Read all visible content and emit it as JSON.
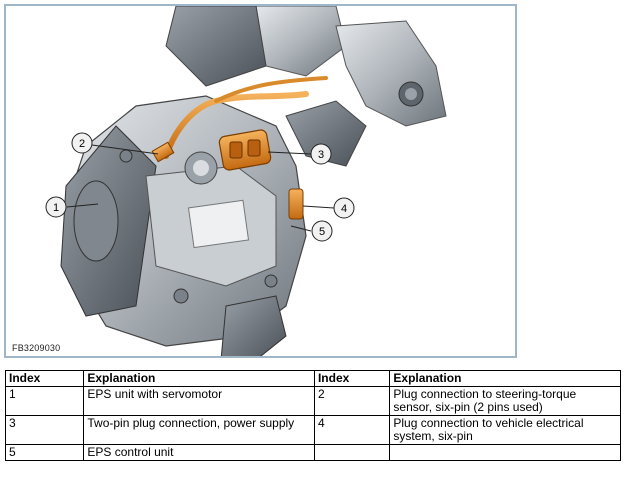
{
  "figure": {
    "code": "FB3209030",
    "callouts": [
      "1",
      "2",
      "3",
      "4",
      "5"
    ]
  },
  "legend": {
    "headers": [
      "Index",
      "Explanation",
      "Index",
      "Explanation"
    ],
    "rows": [
      [
        "1",
        "EPS unit with servomotor",
        "2",
        "Plug connection to steering-torque sensor, six-pin (2 pins used)"
      ],
      [
        "3",
        "Two-pin plug connection, power supply",
        "4",
        "Plug connection to vehicle electrical system, six-pin"
      ],
      [
        "5",
        "EPS control unit",
        "",
        ""
      ]
    ]
  }
}
